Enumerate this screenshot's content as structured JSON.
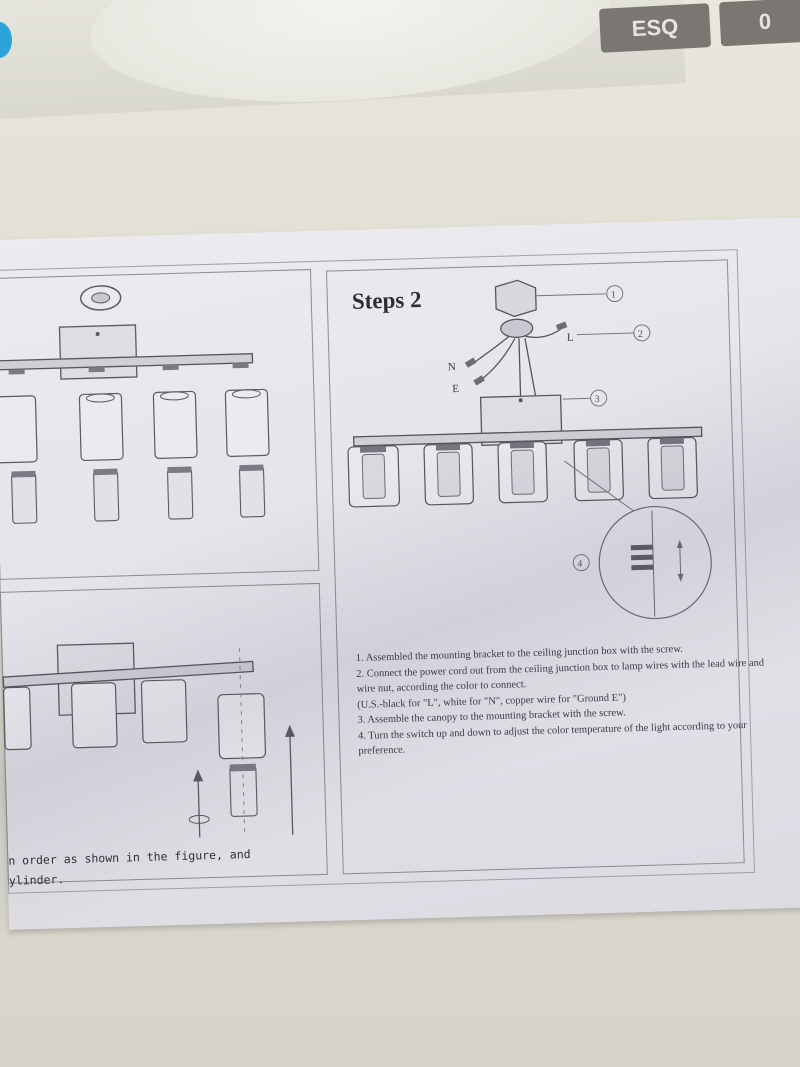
{
  "right_panel": {
    "title": "Steps 2",
    "callouts": [
      "1",
      "2",
      "3",
      "4"
    ],
    "wire_labels": [
      "N",
      "E",
      "L"
    ],
    "instructions": [
      "1. Assembled the mounting bracket to the ceiling junction box with the screw.",
      "2. Connect the power cord out from the ceiling junction box to lamp wires with the lead wire and wire nut, according the color to connect.",
      "(U.S.-black for \"L\", white for \"N\", copper wire for \"Ground E\")",
      "3. Assemble the canopy to the mounting bracket with the screw.",
      "4. Turn the switch up and down to adjust the color temperature of the light according to your preference."
    ]
  },
  "left_panel": {
    "caption_lines": [
      "n order as shown in the figure, and",
      "ylinder."
    ]
  },
  "stickers": [
    "ESQ",
    "0"
  ],
  "colors": {
    "ink": "#3a3a44",
    "paper": "#e6e5eb",
    "table": "#dedbd0",
    "cap": "#2aa3d8"
  }
}
